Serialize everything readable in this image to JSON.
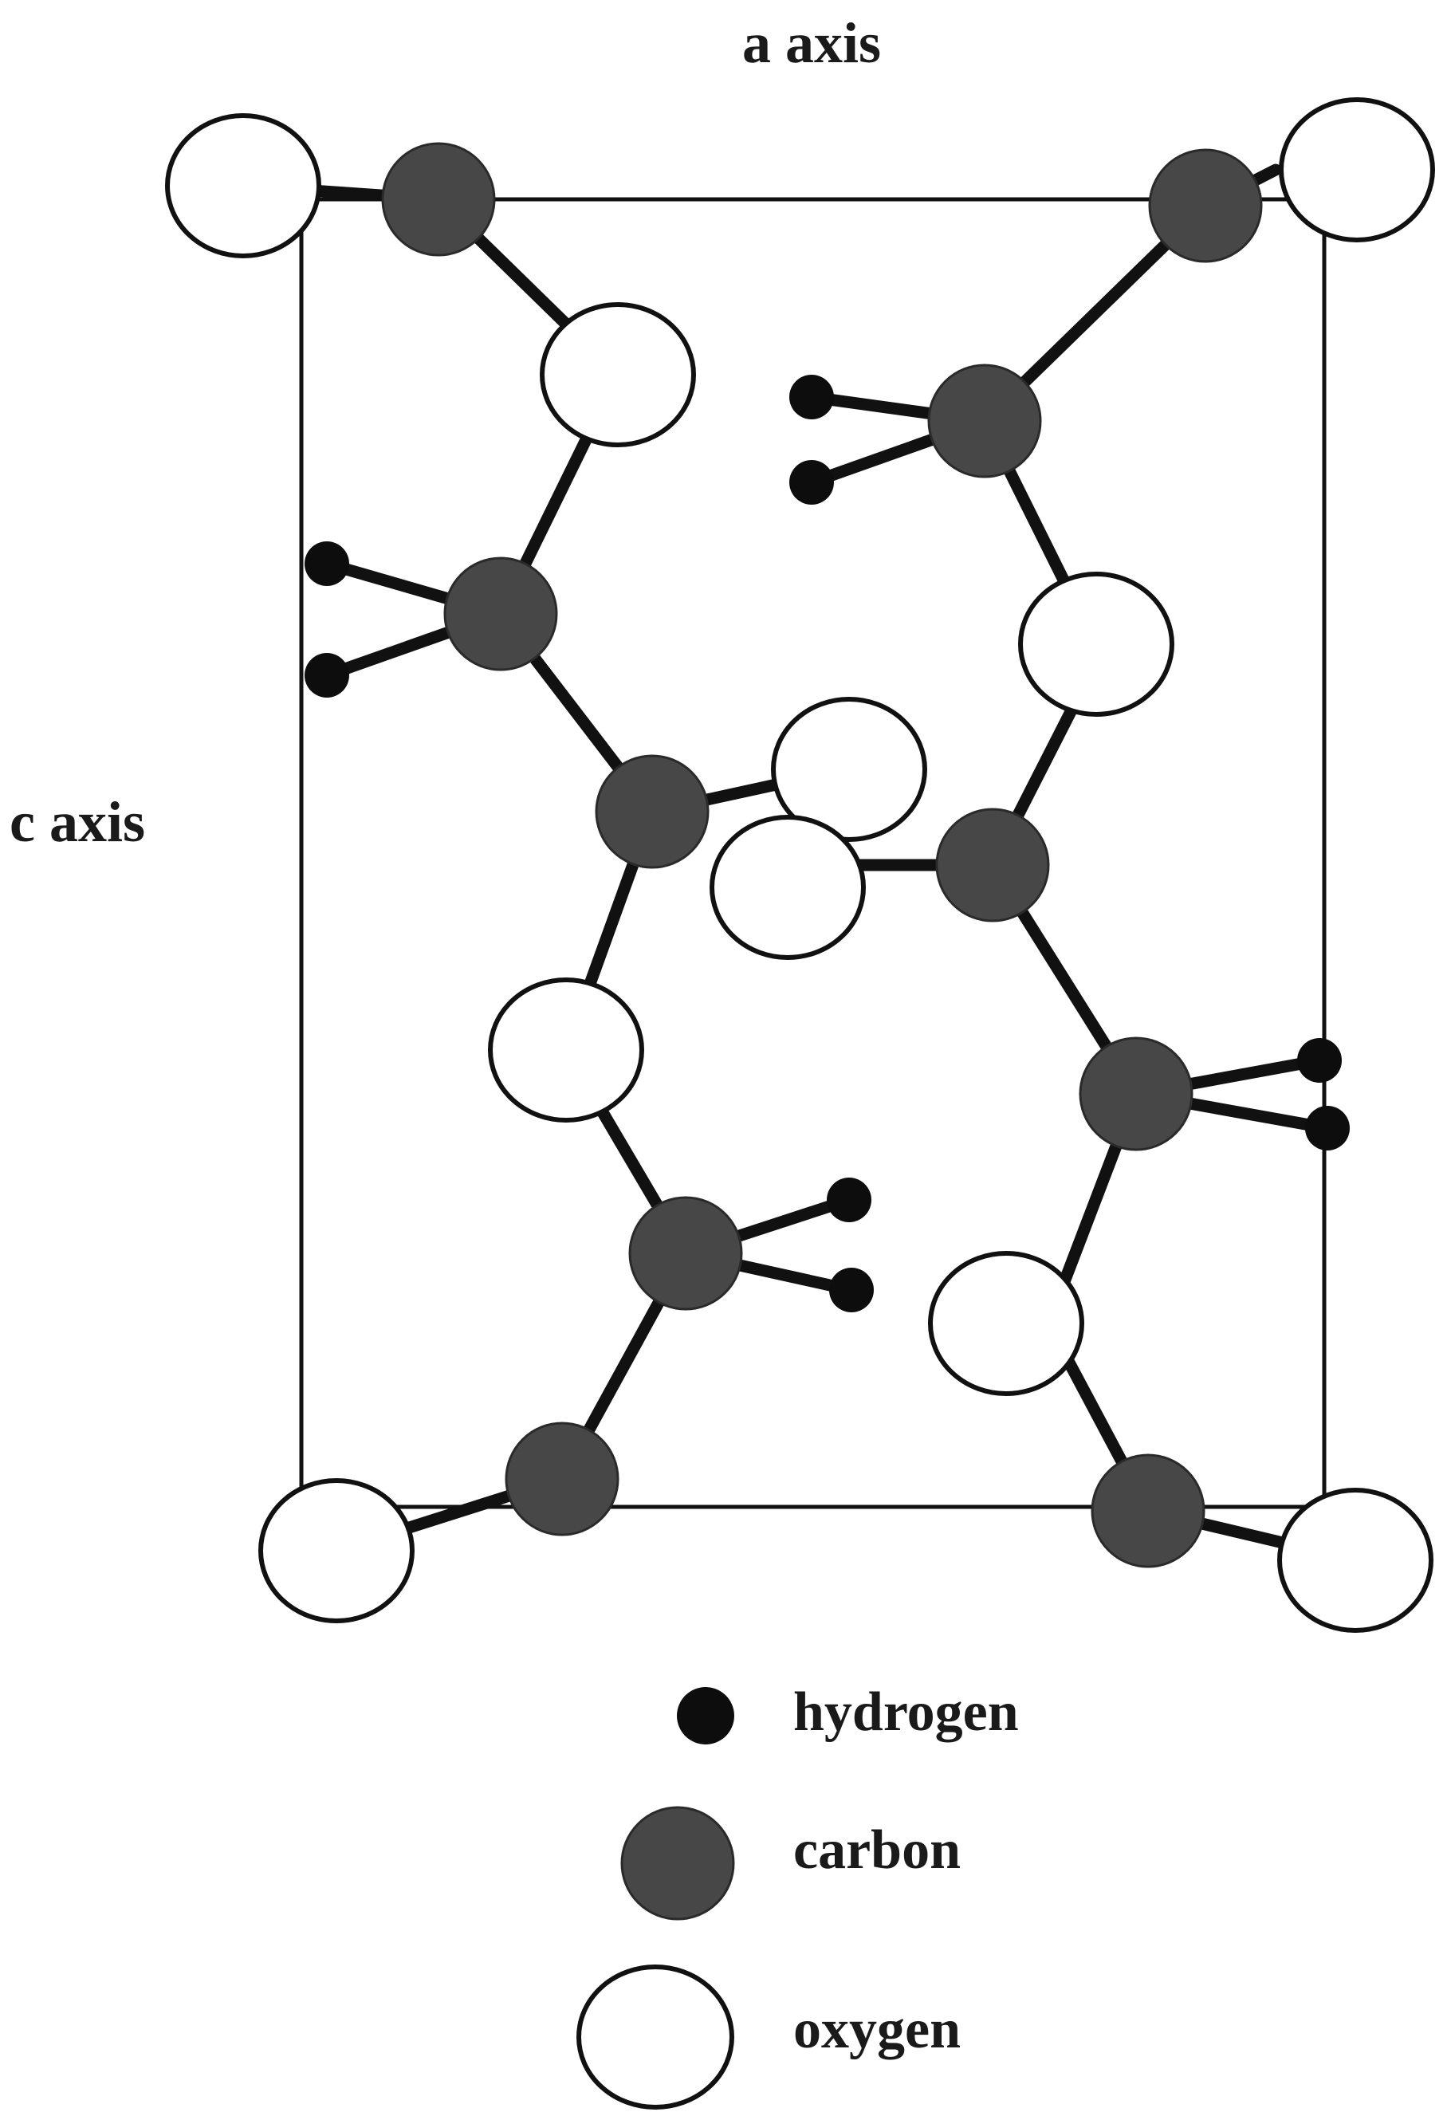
{
  "labels": {
    "a_axis": "a axis",
    "c_axis": "c axis"
  },
  "legend": {
    "hydrogen": "hydrogen",
    "carbon": "carbon",
    "oxygen": "oxygen"
  },
  "colors": {
    "carbon": "#474747",
    "hydrogen": "#0d0d0d",
    "oxygen": "#ffffff",
    "bond": "#111111"
  }
}
